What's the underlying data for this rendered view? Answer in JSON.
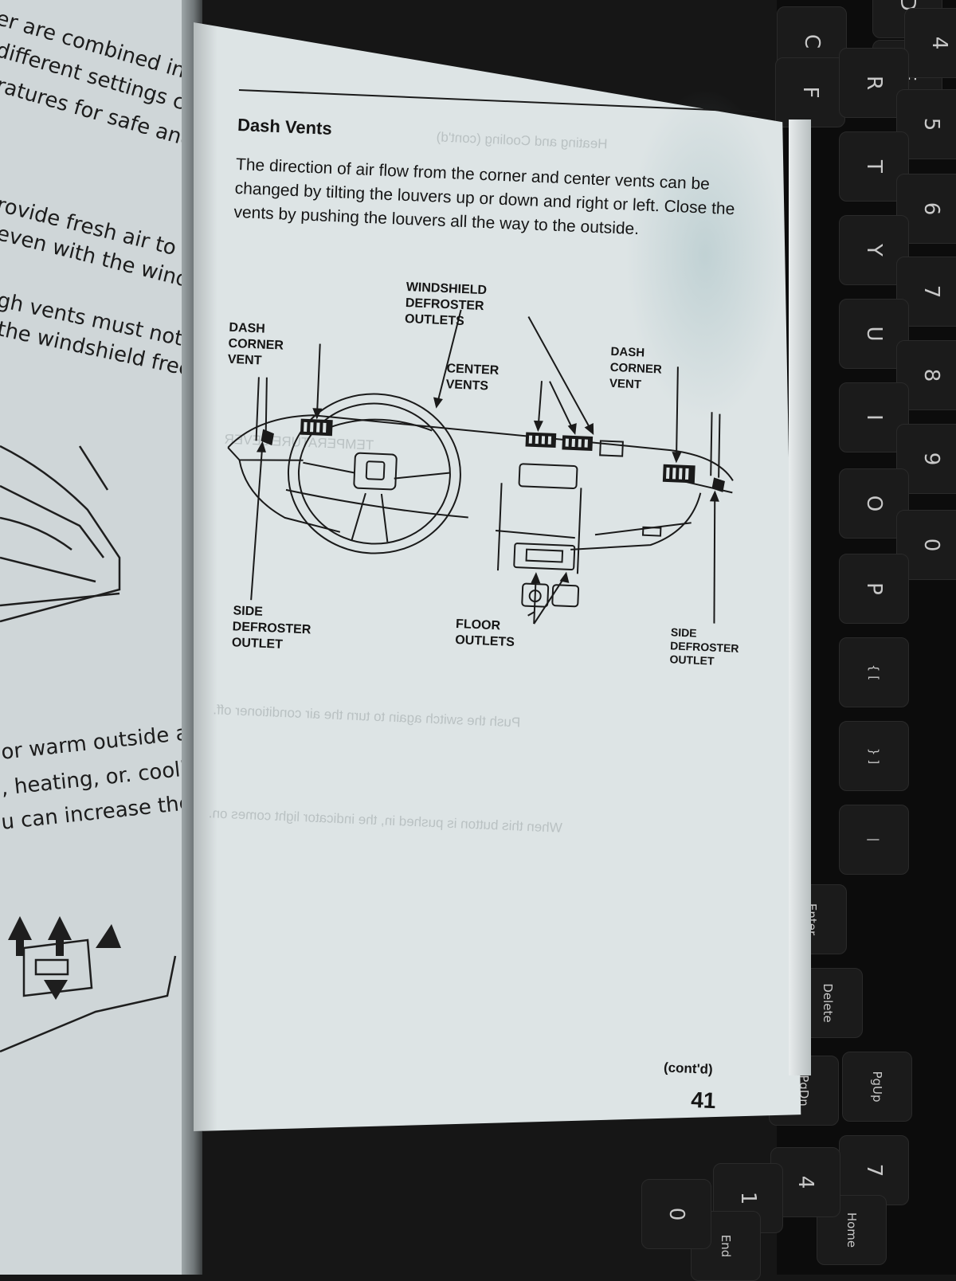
{
  "right_page": {
    "heading": "Dash Vents",
    "body": "The direction of air flow from the corner and center vents can be changed by tilting the louvers up or down and right or left. Close the vents by pushing the louvers all the way to the outside.",
    "diagram_labels": {
      "windshield_defroster": "WINDSHIELD DEFROSTER\nOUTLETS",
      "dash_corner_left": "DASH CORNER VENT",
      "dash_corner_right": "DASH CORNER VENT",
      "center_vents": "CENTER VENTS",
      "side_defroster_left": "SIDE\nDEFROSTER\nOUTLET",
      "floor_outlets": "FLOOR OUTLETS",
      "side_defroster_right": "SIDE\nDEFROSTER\nOUTLET"
    },
    "footer_contd": "(cont'd)",
    "page_number": "41"
  },
  "left_page": {
    "lines": [
      "er are combined in one",
      "different settings can",
      "ratures  for  safe  and",
      "rovide fresh air to the",
      "even with the windows",
      "gh vents must not be",
      "the windshield free of",
      "or warm outside air",
      ", heating, or. cooling.",
      "u can increase the air"
    ]
  },
  "keyboard": {
    "keys": [
      "D",
      "C",
      "E",
      "F",
      "4",
      "R",
      "5",
      "T",
      "6",
      "Y",
      "7",
      "U",
      "8",
      "I",
      "9",
      "O",
      "0",
      "P",
      "{ [",
      "} ]",
      "|",
      "Enter",
      "Delete",
      "PgUp",
      "PgDn",
      "7",
      "Home",
      "4",
      "1",
      "End",
      "0"
    ]
  }
}
